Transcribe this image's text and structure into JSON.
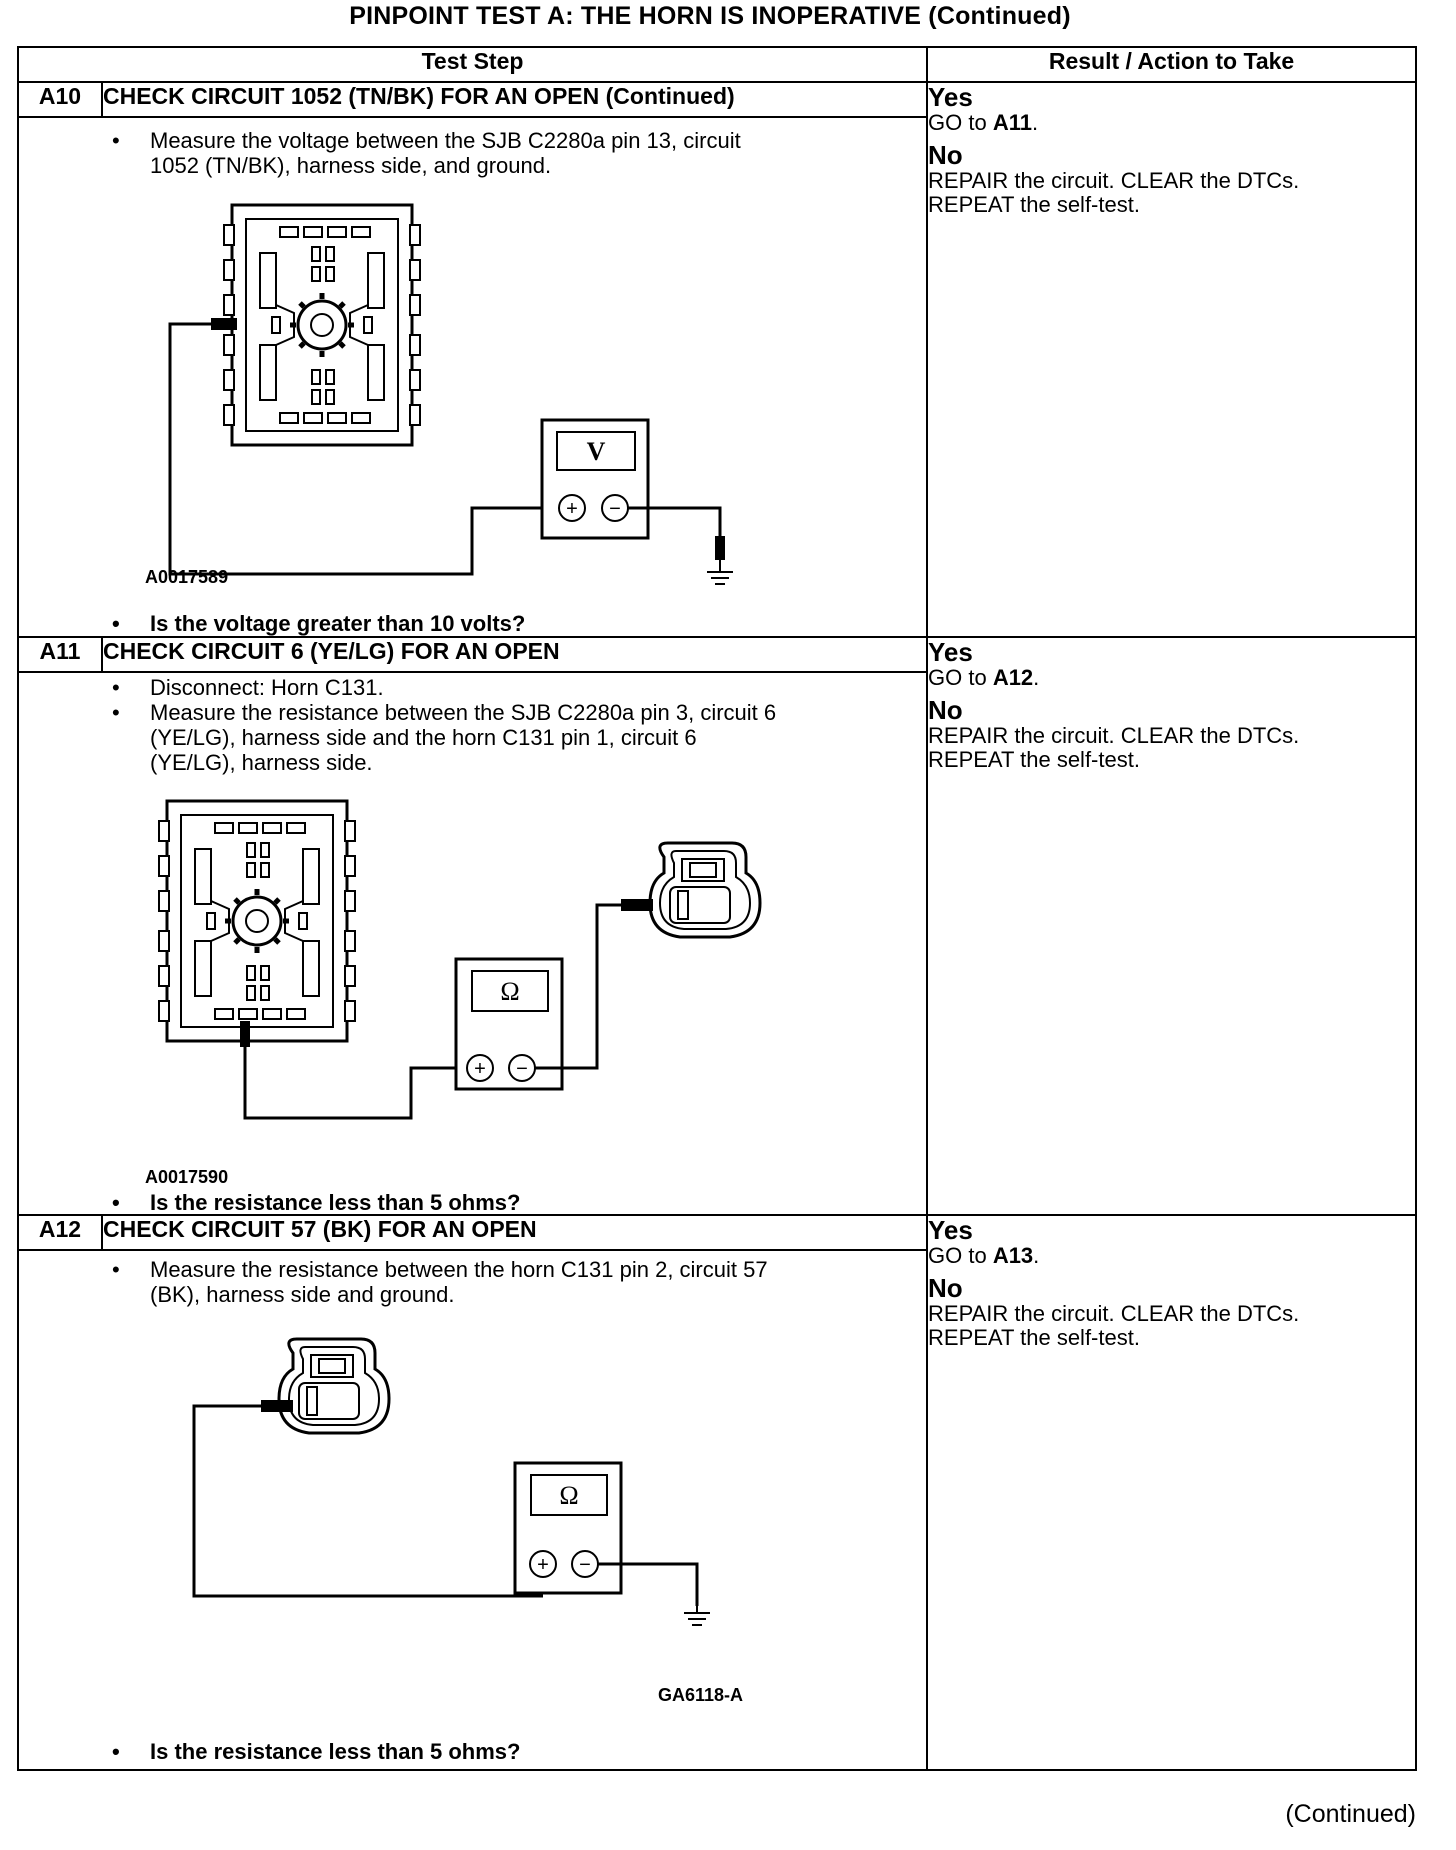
{
  "page_title": "PINPOINT TEST  A: THE HORN IS INOPERATIVE (Continued)",
  "headers": {
    "test_step": "Test Step",
    "result_action": "Result / Action to Take"
  },
  "steps": [
    {
      "id": "A10",
      "title": "CHECK CIRCUIT 1052 (TN/BK) FOR AN OPEN (Continued)",
      "bullets": [
        "Measure the voltage between the SJB C2280a pin 13, circuit",
        "1052 (TN/BK), harness side, and ground."
      ],
      "figure_id": "A0017589",
      "meter_symbol": "V",
      "question": "Is the voltage greater than 10 volts?",
      "result": {
        "yes_label": "Yes",
        "yes_prefix": "GO to ",
        "yes_target": "A11",
        "yes_suffix": ".",
        "no_label": "No",
        "no_line1": "REPAIR the circuit. CLEAR the DTCs.",
        "no_line2": "REPEAT the self-test."
      }
    },
    {
      "id": "A11",
      "title": "CHECK CIRCUIT 6 (YE/LG) FOR AN OPEN",
      "bullet1": "Disconnect: Horn C131.",
      "bullets": [
        "Measure the resistance between the SJB C2280a pin 3, circuit 6",
        "(YE/LG), harness side and the horn C131 pin 1, circuit 6",
        "(YE/LG), harness side."
      ],
      "figure_id": "A0017590",
      "meter_symbol": "Ω",
      "question": "Is the resistance less than 5 ohms?",
      "result": {
        "yes_label": "Yes",
        "yes_prefix": "GO to ",
        "yes_target": "A12",
        "yes_suffix": ".",
        "no_label": "No",
        "no_line1": "REPAIR the circuit. CLEAR the DTCs.",
        "no_line2": "REPEAT the self-test."
      }
    },
    {
      "id": "A12",
      "title": "CHECK CIRCUIT 57 (BK) FOR AN OPEN",
      "bullets": [
        "Measure the resistance between the horn C131 pin 2, circuit 57",
        "(BK), harness side and ground."
      ],
      "figure_id": "GA6118-A",
      "meter_symbol": "Ω",
      "question": "Is the resistance less than 5 ohms?",
      "result": {
        "yes_label": "Yes",
        "yes_prefix": "GO to ",
        "yes_target": "A13",
        "yes_suffix": ".",
        "no_label": "No",
        "no_line1": "REPAIR the circuit. CLEAR the DTCs.",
        "no_line2": "REPEAT the self-test."
      }
    }
  ],
  "plus_symbol": "+",
  "minus_symbol": "−",
  "footer": "(Continued)"
}
